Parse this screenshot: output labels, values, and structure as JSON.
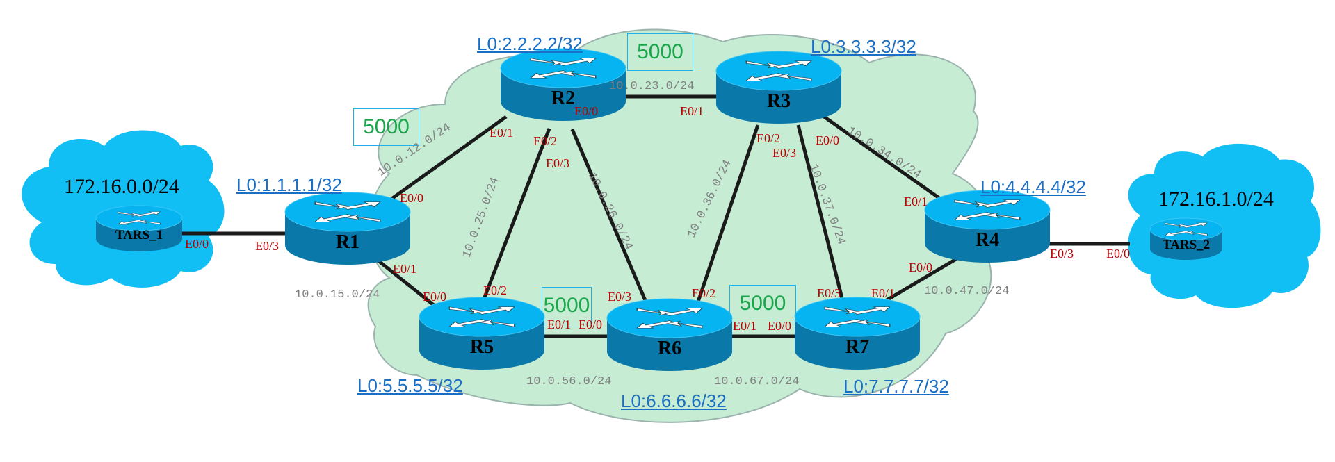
{
  "diagram": {
    "colors": {
      "ospf_area": "#c6ecd4",
      "external_cloud": "#12bff5",
      "router_top": "#05b4f0",
      "router_side": "#0a78a8",
      "link": "#1a1a1a",
      "interface_label": "#c00000",
      "subnet_label": "#808080",
      "loopback_label": "#1a6fc4",
      "cost_text": "#1aa64a",
      "cost_border": "#1fb0e8"
    },
    "external_networks": [
      {
        "id": "net-left",
        "label": "172.16.0.0/24"
      },
      {
        "id": "net-right",
        "label": "172.16.1.0/24"
      }
    ],
    "routers": [
      {
        "id": "TARS_1",
        "name": "TARS_1",
        "loopback": ""
      },
      {
        "id": "TARS_2",
        "name": "TARS_2",
        "loopback": ""
      },
      {
        "id": "R1",
        "name": "R1",
        "loopback": "L0:1.1.1.1/32"
      },
      {
        "id": "R2",
        "name": "R2",
        "loopback": "L0:2.2.2.2/32"
      },
      {
        "id": "R3",
        "name": "R3",
        "loopback": "L0:3.3.3.3/32"
      },
      {
        "id": "R4",
        "name": "R4",
        "loopback": "L0:4.4.4.4/32"
      },
      {
        "id": "R5",
        "name": "R5",
        "loopback": "L0:5.5.5.5/32"
      },
      {
        "id": "R6",
        "name": "R6",
        "loopback": "L0:6.6.6.6/32"
      },
      {
        "id": "R7",
        "name": "R7",
        "loopback": "L0:7.7.7.7/32"
      }
    ],
    "links": [
      {
        "a": "TARS_1",
        "a_if": "E0/0",
        "b": "R1",
        "b_if": "E0/3",
        "subnet": ""
      },
      {
        "a": "R1",
        "a_if": "E0/0",
        "b": "R2",
        "b_if": "E0/1",
        "subnet": "10.0.12.0/24",
        "cost": "5000"
      },
      {
        "a": "R1",
        "a_if": "E0/1",
        "b": "R5",
        "b_if": "E0/0",
        "subnet": "10.0.15.0/24"
      },
      {
        "a": "R2",
        "a_if": "E0/0",
        "b": "R3",
        "b_if": "E0/1",
        "subnet": "10.0.23.0/24",
        "cost": "5000"
      },
      {
        "a": "R2",
        "a_if": "E0/2",
        "b": "R5",
        "b_if": "E0/2",
        "subnet": "10.0.25.0/24"
      },
      {
        "a": "R2",
        "a_if": "E0/3",
        "b": "R6",
        "b_if": "E0/3",
        "subnet": "10.0.26.0/24"
      },
      {
        "a": "R3",
        "a_if": "E0/2",
        "b": "R6",
        "b_if": "E0/2",
        "subnet": "10.0.36.0/24"
      },
      {
        "a": "R3",
        "a_if": "E0/3",
        "b": "R7",
        "b_if": "E0/3",
        "subnet": "10.0.37.0/24"
      },
      {
        "a": "R3",
        "a_if": "E0/0",
        "b": "R4",
        "b_if": "E0/1",
        "subnet": "10.0.34.0/24"
      },
      {
        "a": "R4",
        "a_if": "E0/0",
        "b": "R7",
        "b_if": "E0/1",
        "subnet": "10.0.47.0/24"
      },
      {
        "a": "R5",
        "a_if": "E0/1",
        "b": "R6",
        "b_if": "E0/0",
        "subnet": "10.0.56.0/24",
        "cost": "5000"
      },
      {
        "a": "R6",
        "a_if": "E0/1",
        "b": "R7",
        "b_if": "E0/0",
        "subnet": "10.0.67.0/24",
        "cost": "5000"
      },
      {
        "a": "R4",
        "a_if": "E0/3",
        "b": "TARS_2",
        "b_if": "E0/0",
        "subnet": ""
      }
    ],
    "costs": [
      "5000",
      "5000",
      "5000",
      "5000"
    ]
  }
}
